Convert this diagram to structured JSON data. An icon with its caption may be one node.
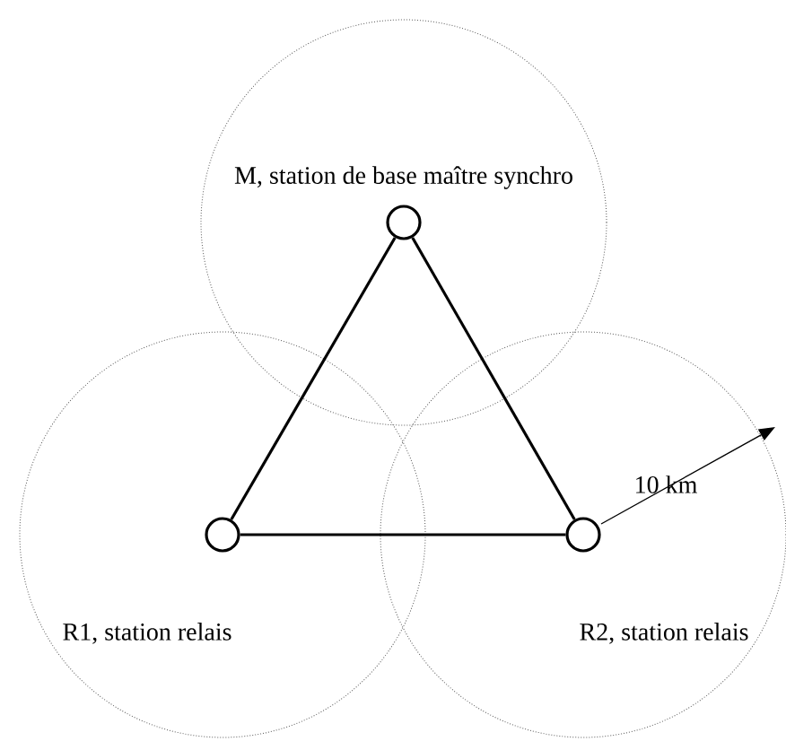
{
  "diagram": {
    "nodes": [
      {
        "text": [],
        "shape": "circle",
        "beside": [
          "M, station de base maître synchro"
        ]
      },
      {
        "text": [],
        "shape": "circle",
        "beside": [
          "R1, station relais"
        ]
      },
      {
        "text": [],
        "shape": "circle",
        "beside": [
          "R2, station relais"
        ]
      }
    ],
    "edges": [
      {
        "from": 0,
        "to": 1,
        "arrow": "none"
      },
      {
        "from": 1,
        "to": 2,
        "arrow": "none"
      },
      {
        "from": 2,
        "to": 0,
        "arrow": "none"
      }
    ],
    "labels": [
      "10 km"
    ]
  }
}
